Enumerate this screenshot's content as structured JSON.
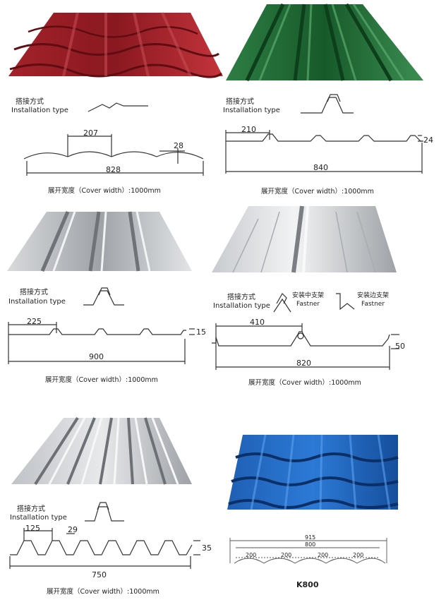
{
  "panels": [
    {
      "id": "p1",
      "color": "#8e1b22",
      "install_cn": "搭接方式",
      "install_en": "Installation type",
      "dims": {
        "pitch": "207",
        "height": "28",
        "width": "828"
      },
      "cover": "展开宽度（Cover width）:1000mm"
    },
    {
      "id": "p2",
      "color": "#1f6b34",
      "install_cn": "搭接方式",
      "install_en": "Installation type",
      "dims": {
        "pitch": "210",
        "height": "24",
        "width": "840"
      },
      "cover": "展开宽度（Cover width）:1000mm"
    },
    {
      "id": "p3",
      "color": "#b9bcc0",
      "install_cn": "搭接方式",
      "install_en": "Installation type",
      "dims": {
        "pitch": "225",
        "height": "15",
        "width": "900"
      },
      "cover": "展开宽度（Cover width）:1000mm"
    },
    {
      "id": "p4",
      "color": "#c4c6ca",
      "install_cn": "搭接方式",
      "install_en": "Installation type",
      "fastener_mid_cn": "安装中支架",
      "fastener_mid_en": "Fastner",
      "fastener_edge_cn": "安装边支架",
      "fastener_edge_en": "Fastner",
      "dims": {
        "pitch": "410",
        "height": "50",
        "width": "820"
      },
      "cover": "展开宽度（Cover width）:1000mm"
    },
    {
      "id": "p5",
      "color": "#c0c2c6",
      "install_cn": "搭接方式",
      "install_en": "Installation type",
      "dims": {
        "pitch": "125",
        "top": "29",
        "height": "35",
        "width": "750"
      },
      "cover": "展开宽度（Cover width）:1000mm"
    },
    {
      "id": "p6",
      "color": "#1f67c4",
      "model": "K800",
      "dims": {
        "total": "915",
        "width": "800",
        "seg1": "200",
        "seg2": "200",
        "seg3": "200",
        "seg4": "200"
      }
    }
  ]
}
